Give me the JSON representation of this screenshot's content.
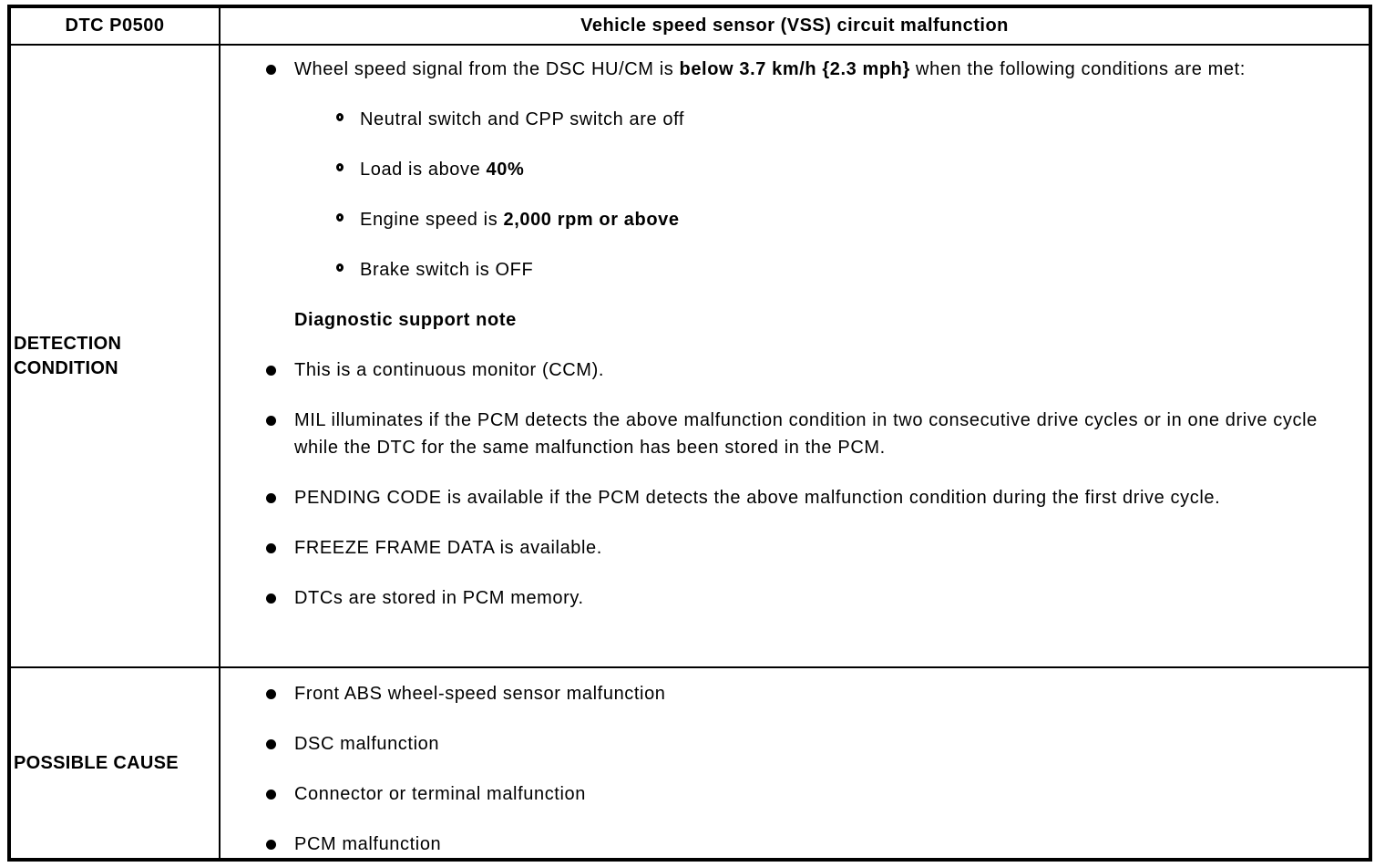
{
  "colors": {
    "background": "#ffffff",
    "text": "#000000",
    "border": "#000000"
  },
  "table": {
    "header": {
      "dtc_code": "DTC P0500",
      "title": "Vehicle speed sensor (VSS) circuit malfunction"
    },
    "detection": {
      "label": "DETECTION CONDITION",
      "main_bullet": {
        "pre": "Wheel speed signal from the DSC HU/CM is ",
        "bold": "below 3.7 km/h {2.3 mph}",
        "post": " when the following conditions are met:"
      },
      "sub_bullets": [
        {
          "pre": "Neutral switch and CPP switch are off",
          "bold": "",
          "post": ""
        },
        {
          "pre": "Load is above ",
          "bold": "40%",
          "post": ""
        },
        {
          "pre": "Engine speed is ",
          "bold": "2,000 rpm or above",
          "post": ""
        },
        {
          "pre": "Brake switch is OFF",
          "bold": "",
          "post": ""
        }
      ],
      "note_heading": "Diagnostic support note",
      "notes": [
        "This is a continuous monitor (CCM).",
        "MIL illuminates if the PCM detects the above malfunction condition in two consecutive drive cycles or in one drive cycle while the DTC for the same malfunction has been stored in the PCM.",
        "PENDING CODE is available if the PCM detects the above malfunction condition during the first drive cycle.",
        "FREEZE FRAME DATA is available.",
        "DTCs are stored in PCM memory."
      ]
    },
    "possible_cause": {
      "label": "POSSIBLE CAUSE",
      "items": [
        "Front ABS wheel-speed sensor malfunction",
        "DSC malfunction",
        "Connector or terminal malfunction",
        "PCM malfunction"
      ]
    }
  }
}
